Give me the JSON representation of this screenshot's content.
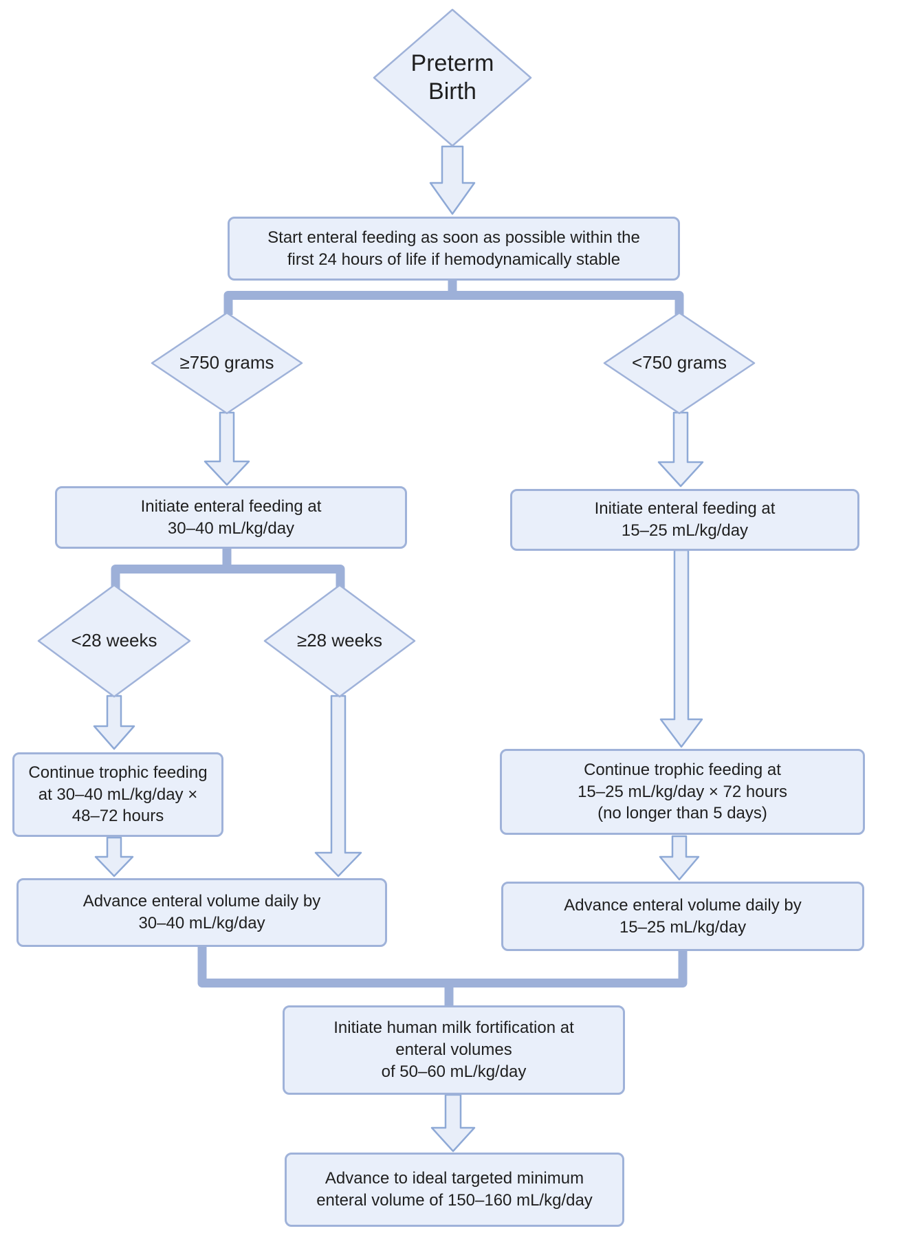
{
  "diagram": {
    "type": "flowchart",
    "colors": {
      "background": "#ffffff",
      "shape_fill": "#e9effa",
      "shape_border": "#9fb2d9",
      "arrow_fill": "#e8eef9",
      "arrow_border": "#8ea9d6",
      "connector": "#9db0d8",
      "text": "#1f1f1f"
    },
    "nodes": {
      "preterm_birth": {
        "type": "decision",
        "label": "Preterm\nBirth"
      },
      "start_feeding": {
        "type": "process",
        "label": "Start enteral feeding as soon as possible within the\nfirst 24 hours of life if hemodynamically stable"
      },
      "weight_ge_750": {
        "type": "decision",
        "label": "≥750 grams"
      },
      "weight_lt_750": {
        "type": "decision",
        "label": "<750 grams"
      },
      "initiate_30_40": {
        "type": "process",
        "label": "Initiate enteral feeding at\n30–40 mL/kg/day"
      },
      "initiate_15_25": {
        "type": "process",
        "label": "Initiate enteral feeding at\n15–25 mL/kg/day"
      },
      "age_lt_28": {
        "type": "decision",
        "label": "<28 weeks"
      },
      "age_ge_28": {
        "type": "decision",
        "label": "≥28 weeks"
      },
      "trophic_30_40": {
        "type": "process",
        "label": "Continue trophic feeding\nat 30–40 mL/kg/day ×\n48–72 hours"
      },
      "advance_30_40": {
        "type": "process",
        "label": "Advance enteral volume daily by\n30–40 mL/kg/day"
      },
      "trophic_15_25": {
        "type": "process",
        "label": "Continue trophic feeding at\n15–25 mL/kg/day × 72 hours\n(no longer than 5 days)"
      },
      "advance_15_25": {
        "type": "process",
        "label": "Advance enteral volume daily by\n15–25 mL/kg/day"
      },
      "fortification": {
        "type": "process",
        "label": "Initiate human milk fortification at\nenteral volumes\nof 50–60 mL/kg/day"
      },
      "target_volume": {
        "type": "process",
        "label": "Advance to ideal targeted minimum\nenteral volume of 150–160 mL/kg/day"
      }
    },
    "edges": [
      [
        "preterm_birth",
        "start_feeding"
      ],
      [
        "start_feeding",
        "weight_ge_750"
      ],
      [
        "start_feeding",
        "weight_lt_750"
      ],
      [
        "weight_ge_750",
        "initiate_30_40"
      ],
      [
        "weight_lt_750",
        "initiate_15_25"
      ],
      [
        "initiate_30_40",
        "age_lt_28"
      ],
      [
        "initiate_30_40",
        "age_ge_28"
      ],
      [
        "age_lt_28",
        "trophic_30_40"
      ],
      [
        "trophic_30_40",
        "advance_30_40"
      ],
      [
        "age_ge_28",
        "advance_30_40"
      ],
      [
        "initiate_15_25",
        "trophic_15_25"
      ],
      [
        "trophic_15_25",
        "advance_15_25"
      ],
      [
        "advance_30_40",
        "fortification"
      ],
      [
        "advance_15_25",
        "fortification"
      ],
      [
        "fortification",
        "target_volume"
      ]
    ]
  }
}
